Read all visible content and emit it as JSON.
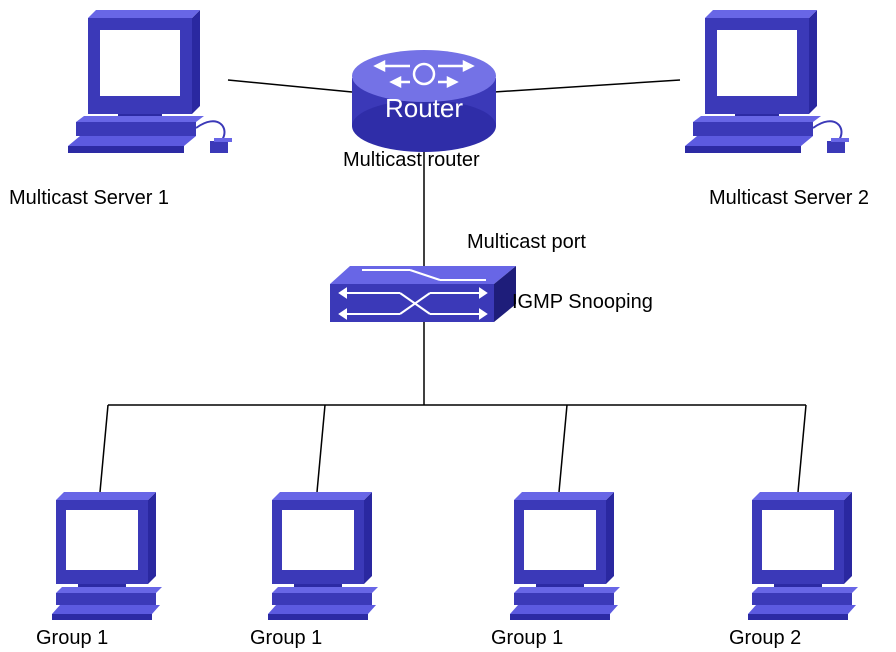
{
  "router": {
    "badge": "Router",
    "label": "Multicast router"
  },
  "servers": [
    {
      "label": "Multicast Server 1"
    },
    {
      "label": "Multicast Server 2"
    }
  ],
  "switch": {
    "port_label": "Multicast port",
    "label": "IGMP Snooping"
  },
  "hosts": [
    {
      "label": "Group 1"
    },
    {
      "label": "Group 1"
    },
    {
      "label": "Group 1"
    },
    {
      "label": "Group 2"
    }
  ],
  "colors": {
    "device": "#3b39b8",
    "device_light": "#5c5ae0",
    "device_dark": "#1e1d7a",
    "screen": "#ffffff",
    "line": "#000000"
  }
}
